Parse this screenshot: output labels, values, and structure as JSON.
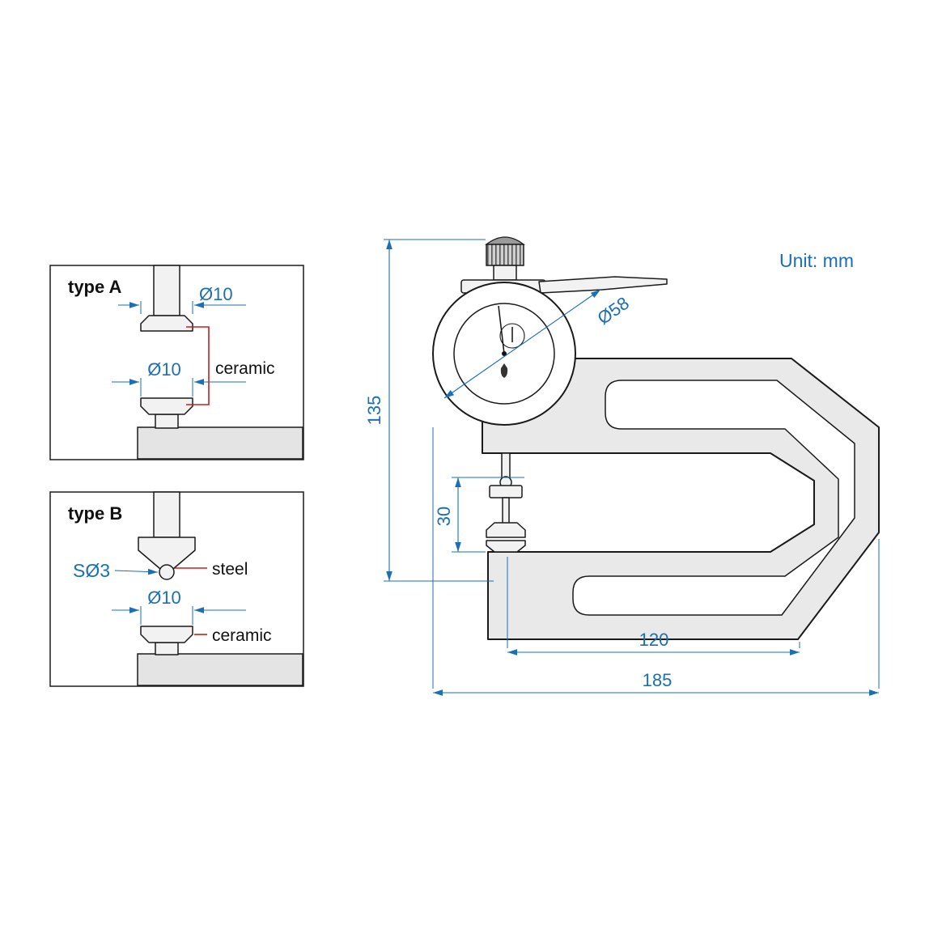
{
  "unit_label": "Unit: mm",
  "panels": {
    "type_a": {
      "title": "type A",
      "dim_top_anvil": "Ø10",
      "dim_bottom_anvil": "Ø10",
      "callout_material": "ceramic"
    },
    "type_b": {
      "title": "type B",
      "dim_ball_tip": "SØ3",
      "callout_tip_material": "steel",
      "dim_bottom_anvil": "Ø10",
      "callout_anvil_material": "ceramic"
    }
  },
  "gauge_dims": {
    "dial_diameter": "Ø58",
    "overall_height": "135",
    "throat_opening": "30",
    "throat_depth": "120",
    "overall_length": "185"
  },
  "colors": {
    "dimension_blue": "#1a6fb5",
    "callout_red": "#c4201d",
    "body_gray": "#e9e9e9"
  }
}
